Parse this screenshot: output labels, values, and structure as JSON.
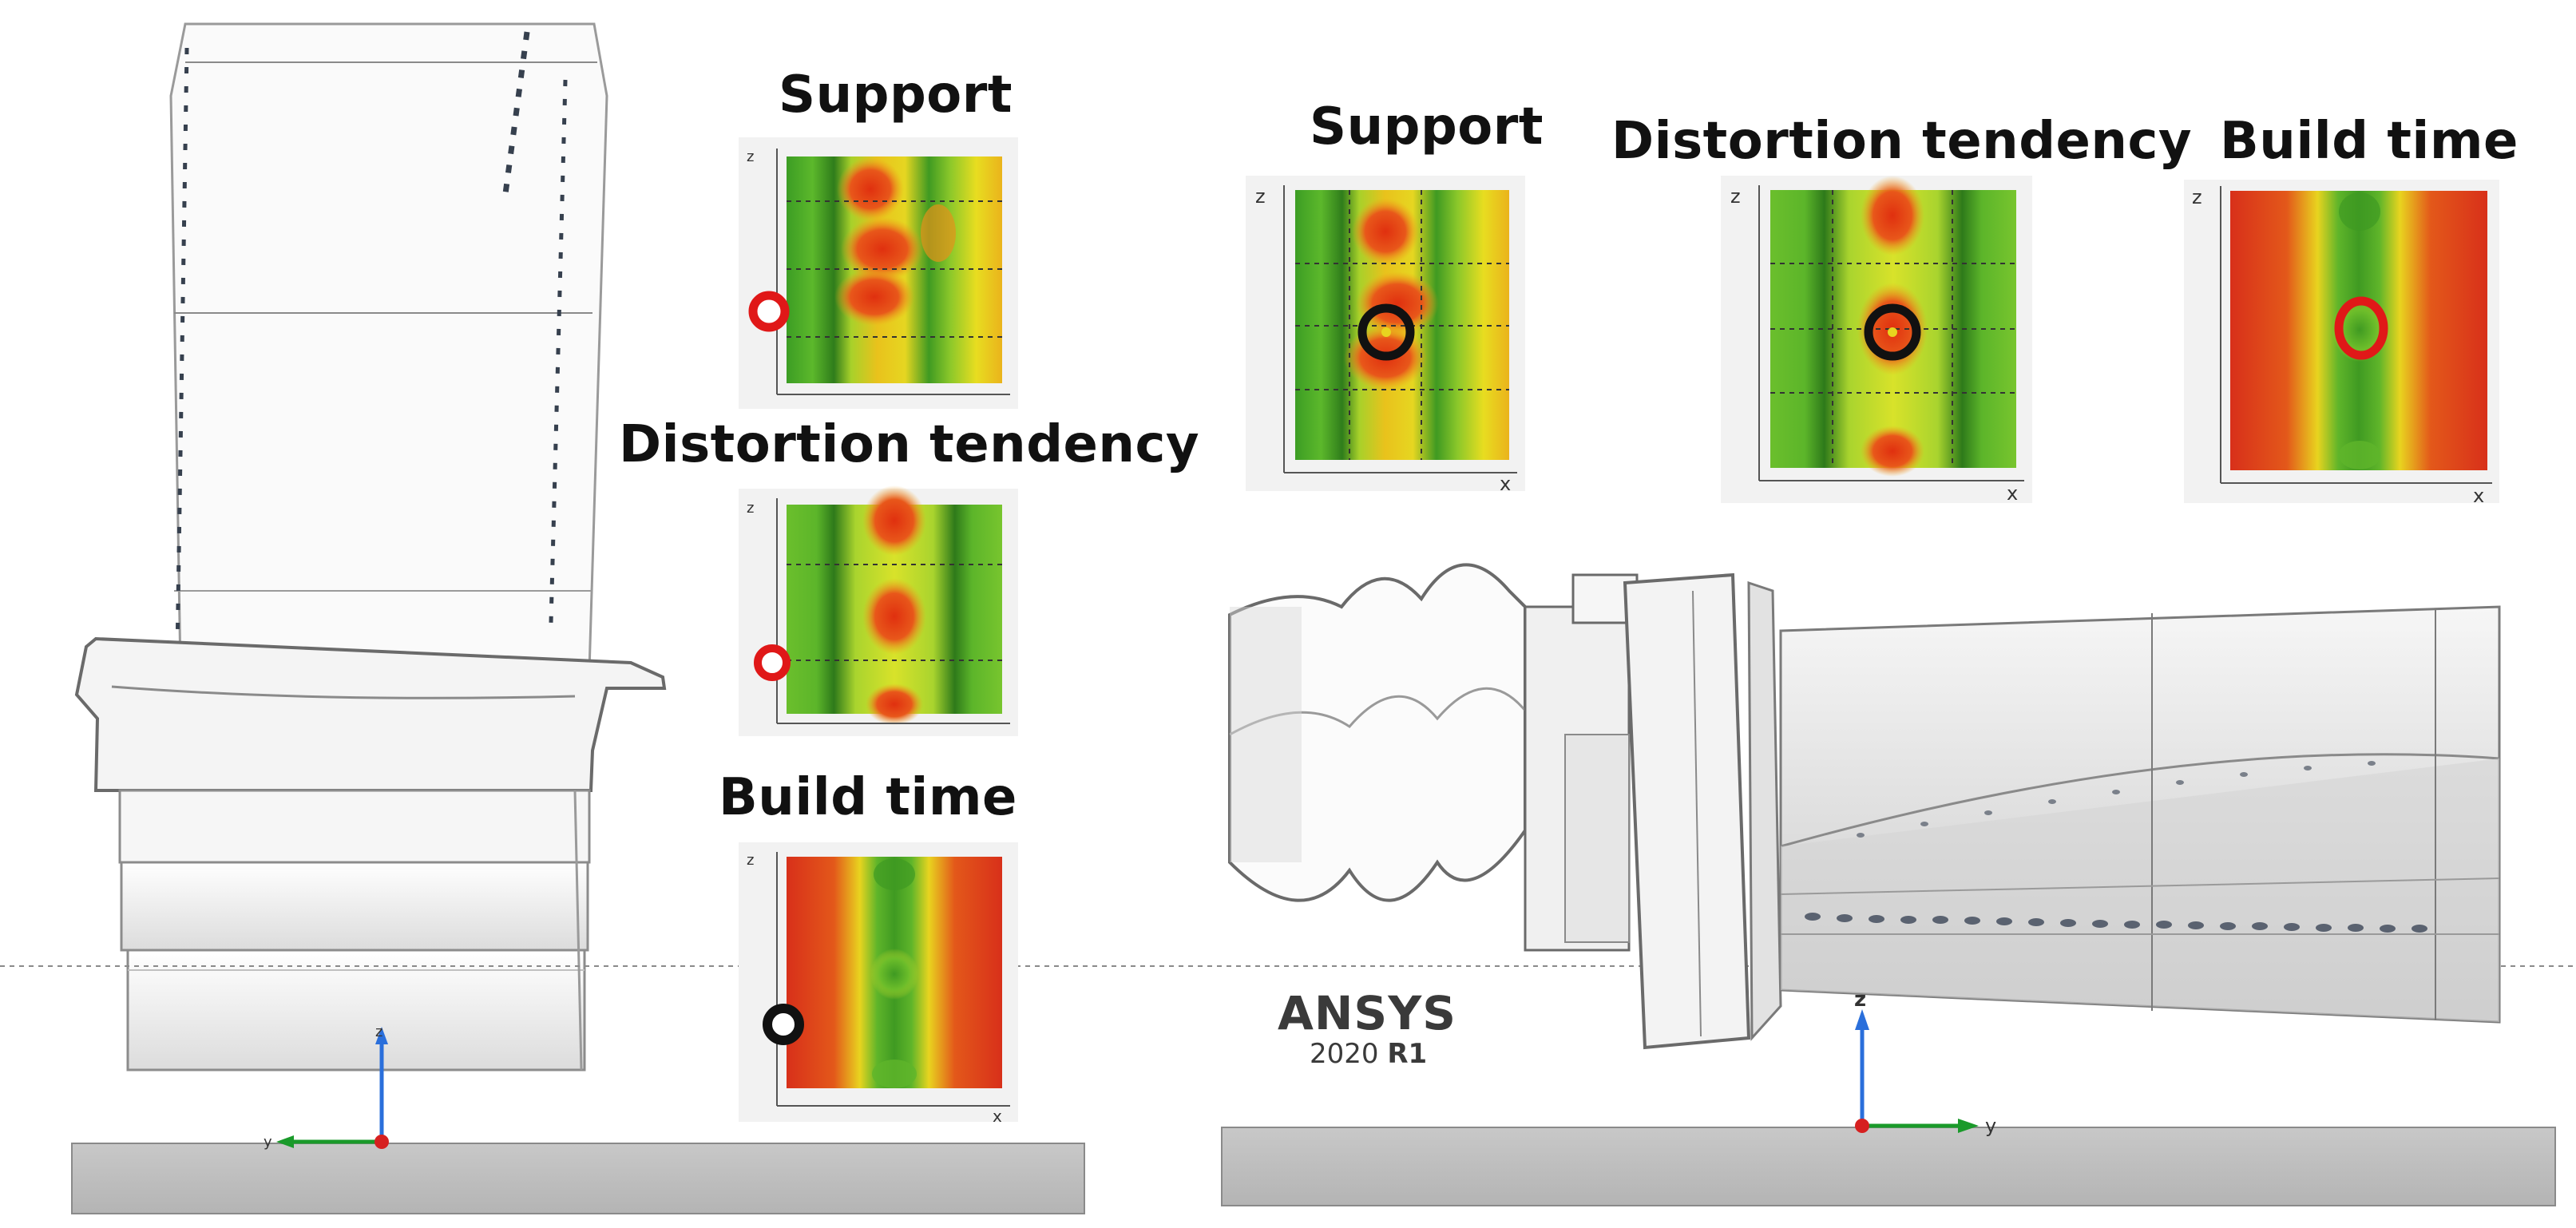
{
  "left_setup": {
    "titles": {
      "support": "Support",
      "distortion": "Distortion tendency",
      "build_time": "Build time"
    },
    "axis": {
      "z": "z",
      "x": "x",
      "y": "y"
    }
  },
  "right_setup": {
    "titles": {
      "support": "Support",
      "distortion": "Distortion tendency",
      "build_time": "Build time"
    },
    "axis": {
      "z": "z",
      "x": "x",
      "y": "y"
    },
    "brand": {
      "name": "ANSYS",
      "version_year": "2020",
      "version_release": "R1"
    }
  },
  "colors": {
    "green": "#45a92b",
    "yellow": "#e6e61f",
    "orange": "#ef8a15",
    "red": "#de2a12",
    "marker_red": "#e01818",
    "marker_black": "#111111",
    "plate": "#c0c0c0",
    "axis_blue": "#2a6fdb",
    "axis_green": "#1a9a2a",
    "axis_red": "#d62020"
  },
  "markers": {
    "left_support": "red-ring",
    "left_distortion": "red-ring",
    "left_build_time": "black-ring",
    "right_support": "black-ring",
    "right_distortion": "black-ring",
    "right_build_time": "red-ring"
  }
}
